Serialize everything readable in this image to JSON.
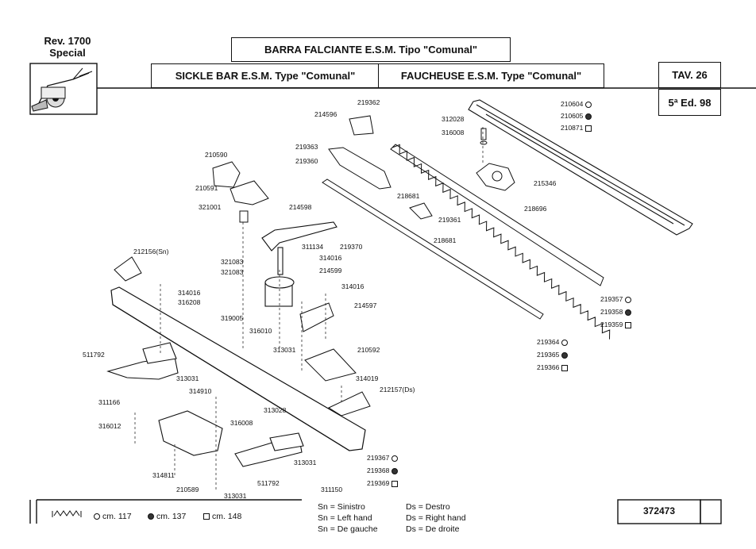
{
  "header": {
    "rev": "Rev. 1700",
    "model": "Special",
    "title_it": "BARRA FALCIANTE E.S.M. Tipo \"Comunal\"",
    "title_en": "SICKLE BAR  E.S.M. Type \"Comunal\"",
    "title_fr": "FAUCHEUSE  E.S.M. Type \"Comunal\"",
    "table": "TAV. 26",
    "edition": "5ª Ed. 98"
  },
  "parts": [
    {
      "id": "p210604",
      "code": "210604",
      "marker": "circle-open"
    },
    {
      "id": "p210605",
      "code": "210605",
      "marker": "circle-filled"
    },
    {
      "id": "p210871",
      "code": "210871",
      "marker": "square-open"
    },
    {
      "id": "p312028",
      "code": "312028"
    },
    {
      "id": "p316008a",
      "code": "316008"
    },
    {
      "id": "p215346",
      "code": "215346"
    },
    {
      "id": "p218696",
      "code": "218696"
    },
    {
      "id": "p219362",
      "code": "219362"
    },
    {
      "id": "p214596",
      "code": "214596"
    },
    {
      "id": "p219363",
      "code": "219363"
    },
    {
      "id": "p219360",
      "code": "219360"
    },
    {
      "id": "p218681a",
      "code": "218681"
    },
    {
      "id": "p219361",
      "code": "219361"
    },
    {
      "id": "p218681b",
      "code": "218681"
    },
    {
      "id": "p210590",
      "code": "210590"
    },
    {
      "id": "p210591",
      "code": "210591"
    },
    {
      "id": "p321001",
      "code": "321001"
    },
    {
      "id": "p214598",
      "code": "214598"
    },
    {
      "id": "p311134",
      "code": "311134"
    },
    {
      "id": "p219370",
      "code": "219370"
    },
    {
      "id": "p321083a",
      "code": "321083"
    },
    {
      "id": "p321083b",
      "code": "321083"
    },
    {
      "id": "p314016a",
      "code": "314016"
    },
    {
      "id": "p214599",
      "code": "214599"
    },
    {
      "id": "p212156",
      "code": "212156(Sn)"
    },
    {
      "id": "p314016b",
      "code": "314016"
    },
    {
      "id": "p316208",
      "code": "316208"
    },
    {
      "id": "p314016c",
      "code": "314016"
    },
    {
      "id": "p319005",
      "code": "319005"
    },
    {
      "id": "p214597",
      "code": "214597"
    },
    {
      "id": "p316010",
      "code": "316010"
    },
    {
      "id": "p219357",
      "code": "219357",
      "marker": "circle-open"
    },
    {
      "id": "p219358",
      "code": "219358",
      "marker": "circle-filled"
    },
    {
      "id": "p219359",
      "code": "219359",
      "marker": "square-open"
    },
    {
      "id": "p219364",
      "code": "219364",
      "marker": "circle-open"
    },
    {
      "id": "p219365",
      "code": "219365",
      "marker": "circle-filled"
    },
    {
      "id": "p219366",
      "code": "219366",
      "marker": "square-open"
    },
    {
      "id": "p511792a",
      "code": "511792"
    },
    {
      "id": "p313031a",
      "code": "313031"
    },
    {
      "id": "p210592",
      "code": "210592"
    },
    {
      "id": "p313031b",
      "code": "313031"
    },
    {
      "id": "p314019",
      "code": "314019"
    },
    {
      "id": "p212157",
      "code": "212157(Ds)"
    },
    {
      "id": "p311166",
      "code": "311166"
    },
    {
      "id": "p314910",
      "code": "314910"
    },
    {
      "id": "p316012",
      "code": "316012"
    },
    {
      "id": "p316008b",
      "code": "316008"
    },
    {
      "id": "p313028",
      "code": "313028"
    },
    {
      "id": "p219367",
      "code": "219367",
      "marker": "circle-open"
    },
    {
      "id": "p219368",
      "code": "219368",
      "marker": "circle-filled"
    },
    {
      "id": "p219369",
      "code": "219369",
      "marker": "square-open"
    },
    {
      "id": "p313031c",
      "code": "313031"
    },
    {
      "id": "p314811",
      "code": "314811"
    },
    {
      "id": "p210589",
      "code": "210589"
    },
    {
      "id": "p313031d",
      "code": "313031"
    },
    {
      "id": "p511792b",
      "code": "511792"
    },
    {
      "id": "p311150",
      "code": "311150"
    }
  ],
  "legend": {
    "cm117": "cm. 117",
    "cm137": "cm. 137",
    "cm148": "cm. 148",
    "sn_it": "Sn = Sinistro",
    "sn_en": "Sn = Left hand",
    "sn_fr": "Sn = De gauche",
    "ds_it": "Ds = Destro",
    "ds_en": "Ds = Right hand",
    "ds_fr": "Ds = De droite",
    "code": "372473"
  }
}
